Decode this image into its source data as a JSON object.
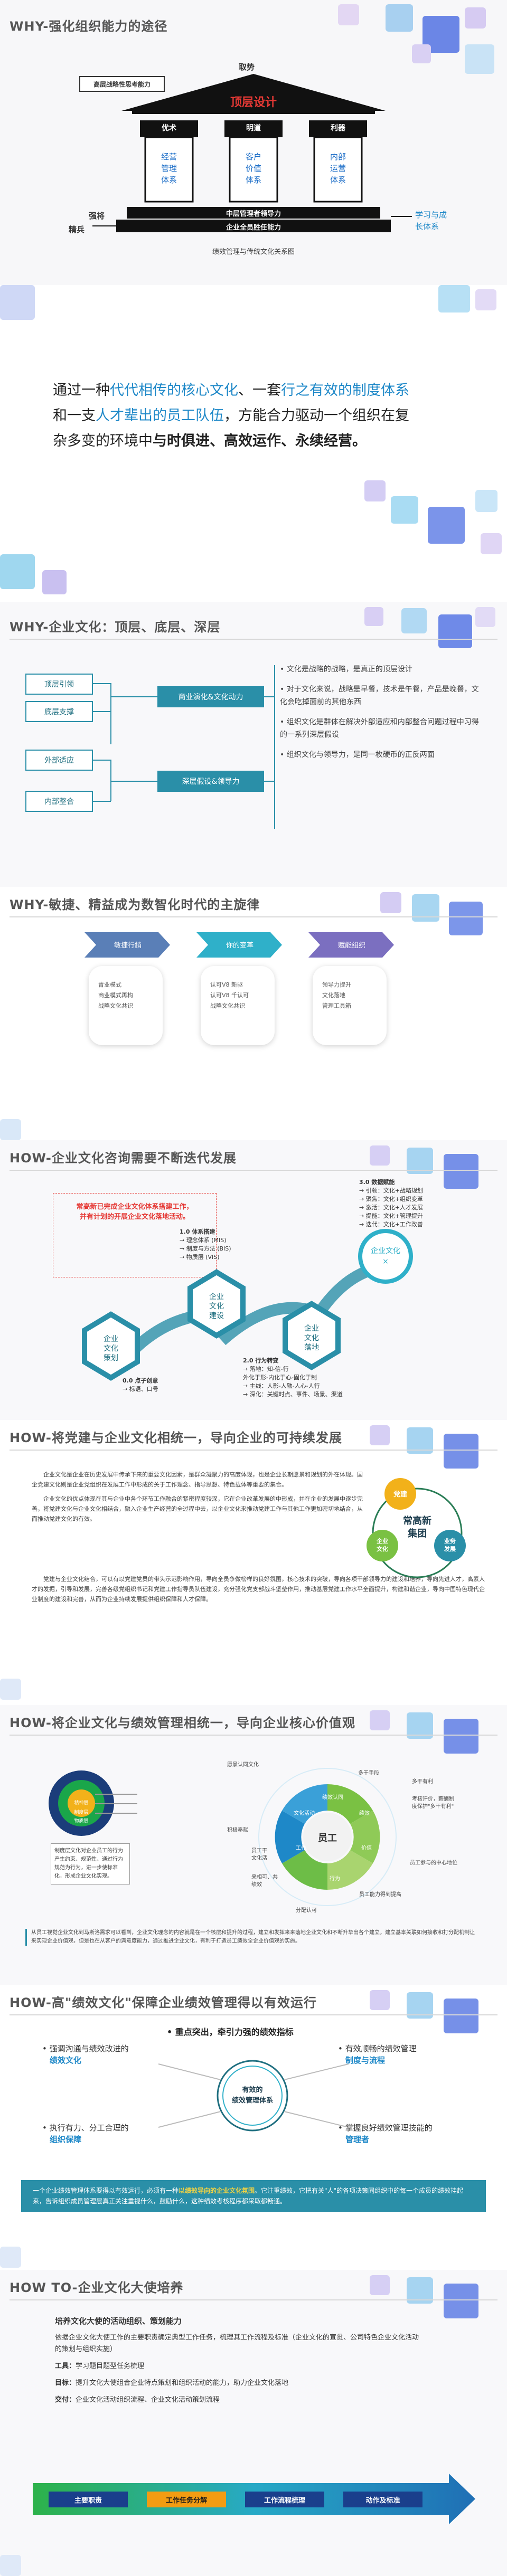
{
  "s1": {
    "title": "WHY-强化组织能力的途径",
    "top_label": "取势",
    "roof_sub": "高层战略性思考能力",
    "roof": "顶层设计",
    "col1_head": "优术",
    "col1_body": "经营\n管理\n体系",
    "col2_head": "明道",
    "col2_body": "客户\n价值\n体系",
    "col3_head": "利器",
    "col3_body": "内部\n运营\n体系",
    "left1": "强将",
    "left2": "精兵",
    "base1": "中层管理者领导力",
    "base2": "企业全员胜任能力",
    "right": "学习与成\n长体系",
    "caption": "绩效管理与传统文化关系图"
  },
  "s2": {
    "p1a": "通过一种",
    "p1b": "代代相传的核心文化",
    "p1c": "、一套",
    "p1d": "行之有效的制度体系",
    "p2a": "和一支",
    "p2b": "人才辈出的员工队伍",
    "p2c": "，方能合力驱动一个组织在复",
    "p3a": "杂多变的环境中",
    "p3b": "与时俱进、高效运作、永续经营。"
  },
  "s3": {
    "title": "WHY-企业文化：顶层、底层、深层",
    "box1": "顶层引领",
    "box2": "底层支撑",
    "box3": "外部适应",
    "box4": "内部整合",
    "mid1": "商业演化&文化动力",
    "mid2": "深层假设&领导力",
    "bullets": [
      "文化是战略的战略，是真正的顶层设计",
      "对于文化来说，战略是早餐，技术是午餐，产品是晚餐，文化会吃掉面前的其他东西",
      "组织文化是群体在解决外部适应和内部整合问题过程中习得的一系列深层假设",
      "组织文化与领导力，是同一枚硬币的正反两面"
    ]
  },
  "s4": {
    "title": "WHY-敏捷、精益成为数智化时代的主旋律",
    "h1": "敏捷行銷",
    "h2": "你的变革",
    "h3": "赋能组织",
    "c1": [
      "青业模式",
      "商业模式再构",
      "战略文化共识"
    ],
    "c2": [
      "认可V8 新驱",
      "认可V8 千认可",
      "战略文化共识"
    ],
    "c3": [
      "领导力提升",
      "文化落地",
      "管理工具箱"
    ]
  },
  "s5": {
    "title": "HOW-企业文化咨询需要不断迭代发展",
    "red1": "常高新已完成企业文化体系搭建工作，",
    "red2": "并有计划的开展企业文化落地活动。",
    "c1": "企业\n文化\n策划",
    "c2": "企业\n文化\n建设",
    "c3": "企业\n文化\n落地",
    "c4": "企业文化\n×",
    "v0_title": "0.0 点子创意",
    "v0_sub": "→ 标语、口号",
    "v1_title": "1.0 体系搭建",
    "v1_items": [
      "→ 理念体系 (MIS)",
      "→ 制度与方法 (BIS)",
      "→ 物质层 (VIS)"
    ],
    "v2_title": "2.0 行为转变",
    "v2_items": [
      "→ 落地：知-信-行",
      "外化于形-内化于心-固化于制",
      "→ 主线：人影-人融-人心-人行",
      "→ 深化：关键时点、事件、场景、渠道"
    ],
    "v3_title": "3.0 数据赋能",
    "v3_items": [
      "→ 引领：文化+战略规划",
      "→ 聚焦：文化+组织变革",
      "→ 激活：文化+人才发展",
      "→ 提能：文化+管理提升",
      "→ 迭代：文化+工作改善"
    ]
  },
  "s6": {
    "title": "HOW-将党建与企业文化相统一，导向企业的可持续发展",
    "para1": "企业文化是企业在历史发展中传承下来的重要文化因素，是群众凝聚力的高度体现，也是企业长期愿景和规划的外在体现。国企党建文化则是企业党组织在发展工作中形成的关于工作理念、指导思想、特色载体等重要的集合。",
    "para2": "企业文化的优点体现在其与企业中各个环节工作融合的紧密程度较深，它在企业改革发展的中形成，并在企业的发展中逐步完善，将党建文化与企业文化相结合，融入企业生产经营的全过程中去，以企业文化来推动党建工作与其他工作更加密切地结合，从而推动党建文化的有效。",
    "para3": "党建与企业文化结合，可以有以党建党员的带头示范影响作用，导向全员争做榜样的良好氛围，核心技术的突破，导向各项干部领导力的建设和培养，导向先进人才，高素人才的发掘，引导和发展，完善各级党组织书记和党建工作指导员队伍建设，充分强化党支部战斗堡垒作用，推动基层党建工作水平全面提升，构建和谐企业，导向中国特色现代企业制度的建设和完善，从而为企业持续发展提供组织保障和人才保障。",
    "v1": "党建",
    "v2": "常高新\n集团",
    "v3": "企业\n文化",
    "v4": "业务\n发展"
  },
  "s7": {
    "title": "HOW-将企业文化与绩效管理相统一，导向企业核心价值观",
    "ring1": "精神层",
    "ring2": "制度层",
    "ring3": "物质层",
    "left_caption": "制度层文化对企业员工的行为产生约束、规范性、通过行为规范为行为，进一步使标准化，形成企业文化实现。",
    "wheel_center": "员工",
    "wheel": [
      "文化活动",
      "绩效认同",
      "绩效",
      "价值",
      "行为",
      "工作"
    ],
    "labels": [
      "愿景认同文化",
      "多干手段",
      "多干有利",
      "积极奉献",
      "考核评价，薪酬制度保护\"多干有利\"",
      "员工参与的中心地位",
      "员工能力得到提高",
      "员工干\n文化活",
      "来相可、共\n绩效",
      "分配认可"
    ],
    "note": "从员工视觉企业文化到马斯洛需求可以看到，企业文化理念的内容就是在一个核层和提升的过程，建立和发挥来来落地企业文化和不断升华出各个建立，建立基本关联如何接收和打分配机制让来实现企业价值观，但是也在从客户的满意度能力，通过推进企业文化，有利于打造员工绩效全企业价值观的实施。"
  },
  "s8": {
    "title": "HOW-高\"绩效文化\"保障企业绩效管理得以有效运行",
    "head": "重点突出，牵引力强的绩效指标",
    "center": "有效的\n绩效管理体系",
    "tl1": "强调沟通与绩效改进的",
    "tl2": "绩效文化",
    "tr1": "有效顺畅的绩效管理",
    "tr2": "制度与流程",
    "bl1": "执行有力、分工合理的",
    "bl2": "组织保障",
    "br1": "掌握良好绩效管理技能的",
    "br2": "管理者",
    "banner1": "一个企业绩效管理体系要得以有效运行，必须有一种",
    "banner_hl": "以绩效导向的企业文化氛围",
    "banner2": "。它注重绩效，它把有关\"人\"的各项决策同组织中的每一个成员的绩效挂起来，告诉组织成员管理层真正关注重视什么，鼓励什么，这种绩效考核程序都采取都畅通。"
  },
  "s9": {
    "title": "HOW TO-企业文化大使培养",
    "h": "培养文化大使的活动组织、策划能力",
    "l1": "依据企业文化大使工作的主要职责确定典型工作任务，梳理其工作流程及标准（企业文化的宣贯、公司特色企业文化活动的策划与组织实施）",
    "l2a": "工具：",
    "l2b": "学习题目题型任务梳理",
    "l3a": "目标：",
    "l3b": "提升文化大使组合企业特点策划和组织活动的能力，助力企业文化落地",
    "l4a": "交付：",
    "l4b": "企业文化活动组织流程、企业文化活动策划流程",
    "steps": [
      "主要职责",
      "工作任务分解",
      "工作流程梳理",
      "动作及标准"
    ]
  },
  "colors": {
    "teal": "#2a8fa8",
    "dark_teal": "#1f6f80",
    "green": "#7ac143",
    "orange": "#f39c12",
    "blue": "#1e88c8",
    "red": "#e53935"
  }
}
